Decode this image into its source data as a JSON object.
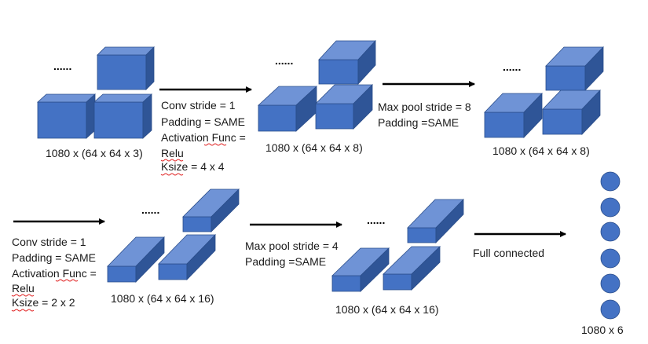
{
  "colors": {
    "cube_front": "#4472c4",
    "cube_top": "#6f93d6",
    "cube_side": "#2f5597",
    "cube_edge": "#2a4d8a",
    "arrow": "#000000",
    "neuron": "#4472c4"
  },
  "ellipsis": "......",
  "stages": {
    "input": {
      "caption": "1080 x (64 x 64 x 3)"
    },
    "conv1": {
      "caption": "1080 x (64 x 64 x 8)"
    },
    "pool1": {
      "caption": "1080 x (64 x 64 x 8)"
    },
    "conv2": {
      "caption": "1080 x (64 x 64 x 16)"
    },
    "pool2": {
      "caption": "1080 x (64 x 64 x 16)"
    },
    "output": {
      "caption": "1080 x 6",
      "neurons": 6
    }
  },
  "ops": {
    "conv1": {
      "lines": [
        "Conv stride = 1",
        "Padding = SAME",
        "Activation Func =",
        "Relu",
        "Ksize = 4 x 4"
      ]
    },
    "pool1": {
      "lines": [
        "Max pool stride = 8",
        "Padding =SAME"
      ]
    },
    "conv2": {
      "lines": [
        "Conv stride = 1",
        "Padding = SAME",
        "Activation Func =",
        "Relu",
        "Ksize = 2 x 2"
      ]
    },
    "pool2": {
      "lines": [
        "Max pool stride = 4",
        "Padding =SAME"
      ]
    },
    "fc": {
      "lines": [
        "Full connected"
      ]
    }
  }
}
